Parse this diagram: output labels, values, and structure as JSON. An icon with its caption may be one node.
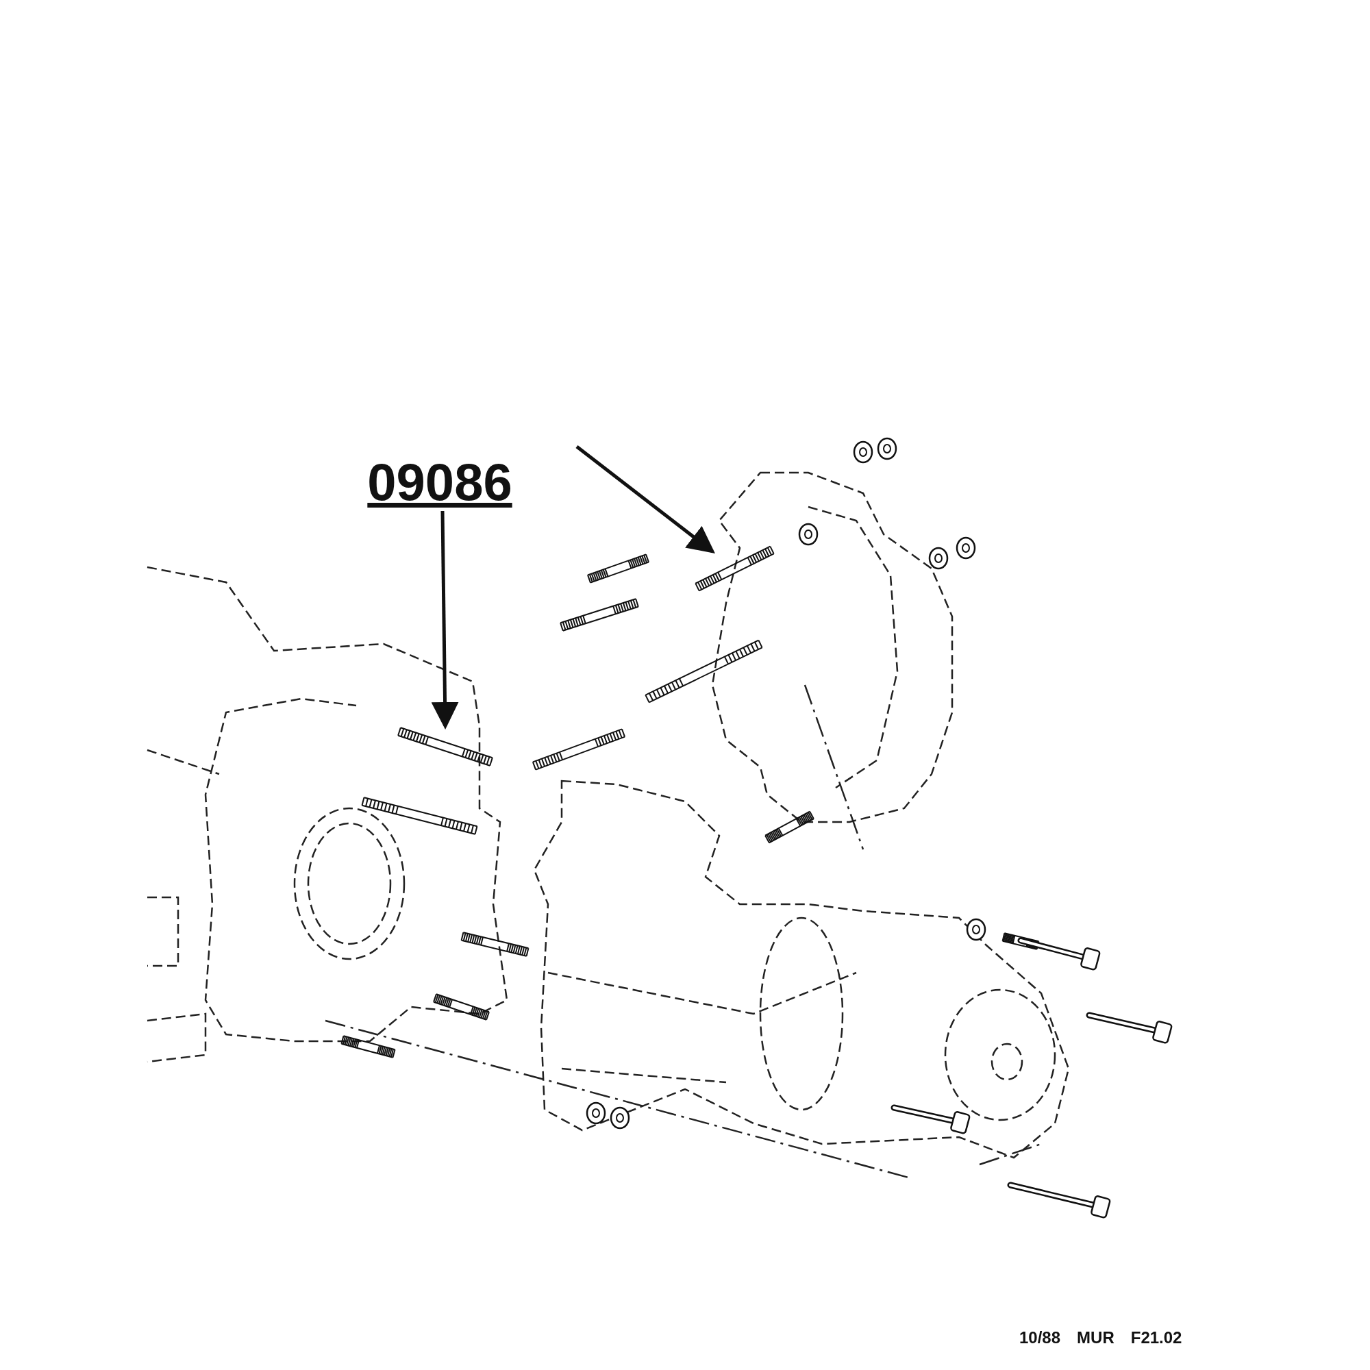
{
  "diagram": {
    "nodes": [
      {
        "text": [
          "09086"
        ]
      },
      {
        "text": [],
        "shape": "bar"
      },
      {
        "text": [],
        "shape": "bar"
      }
    ],
    "edges": [
      {
        "from": 0,
        "to": 1,
        "arrow": "to"
      },
      {
        "from": 0,
        "to": 2,
        "arrow": "to"
      }
    ],
    "labels": [
      "10/88",
      "MUR",
      "F21.02"
    ]
  }
}
